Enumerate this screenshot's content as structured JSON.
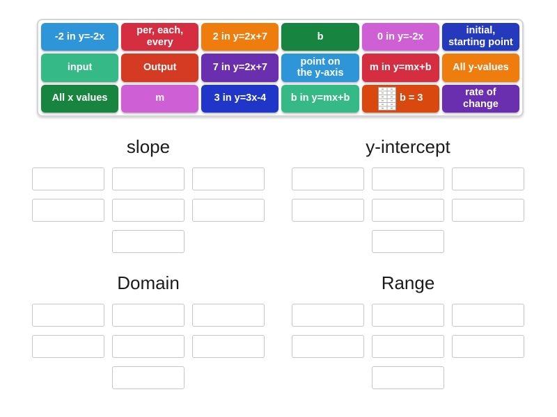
{
  "activity": {
    "type": "group-sort"
  },
  "bank": {
    "tiles": [
      {
        "label": "-2 in y=-2x",
        "color": "#2e96d8"
      },
      {
        "label": "per, each,\nevery",
        "color": "#d62e41"
      },
      {
        "label": "2 in y=2x+7",
        "color": "#ee7d0e"
      },
      {
        "label": "b",
        "color": "#17843f"
      },
      {
        "label": "0 in y=-2x",
        "color": "#cf5fd4"
      },
      {
        "label": "initial,\nstarting point",
        "color": "#2539bd"
      },
      {
        "label": "input",
        "color": "#35b986"
      },
      {
        "label": "Output",
        "color": "#d53a22"
      },
      {
        "label": "7 in y=2x+7",
        "color": "#6a2fae"
      },
      {
        "label": "point on\nthe y-axis",
        "color": "#2e96d8"
      },
      {
        "label": "m in y=mx+b",
        "color": "#d62e41"
      },
      {
        "label": "All y-values",
        "color": "#ee7d0e"
      },
      {
        "label": "All x values",
        "color": "#17843f"
      },
      {
        "label": "m",
        "color": "#cf5fd4"
      },
      {
        "label": "3 in y=3x-4",
        "color": "#2036c8"
      },
      {
        "label": "b in y=mx+b",
        "color": "#35b986"
      },
      {
        "label": "b = 3",
        "color": "#d9480f",
        "icon": "table-icon"
      },
      {
        "label": "rate of\nchange",
        "color": "#6a2fae"
      }
    ]
  },
  "groups": [
    {
      "title": "slope",
      "slot_count": 7
    },
    {
      "title": "y-intercept",
      "slot_count": 7
    },
    {
      "title": "Domain",
      "slot_count": 7
    },
    {
      "title": "Range",
      "slot_count": 7
    }
  ]
}
